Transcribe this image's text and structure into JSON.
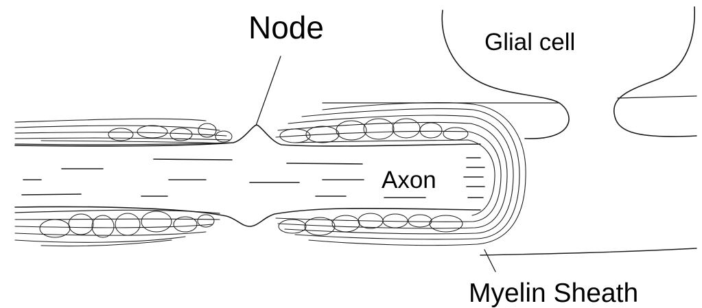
{
  "labels": {
    "node": "Node",
    "glial_cell": "Glial cell",
    "axon": "Axon",
    "myelin_sheath": "Myelin Sheath"
  },
  "colors": {
    "ink": "#1a1a1a",
    "stipple": "#f2f2f2",
    "background": "#ffffff"
  }
}
